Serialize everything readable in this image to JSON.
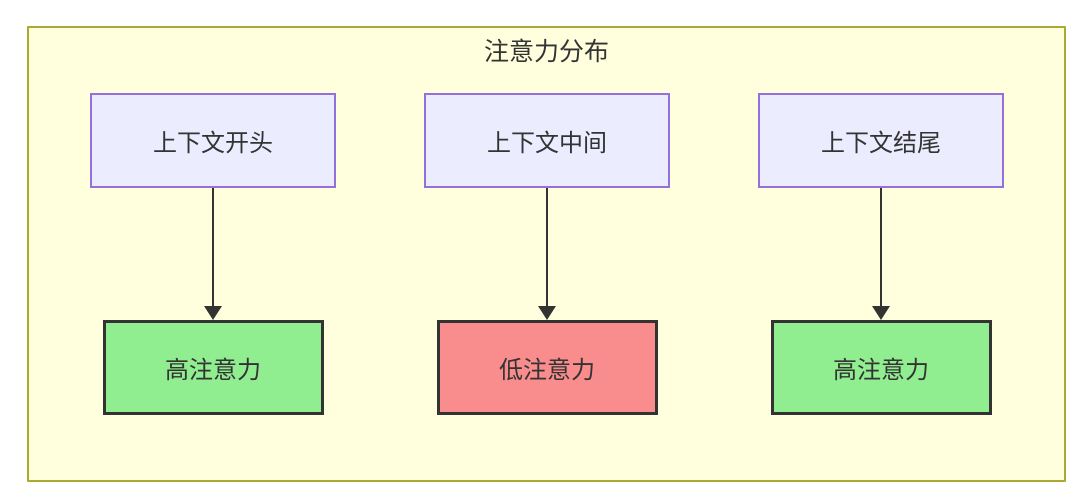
{
  "diagram": {
    "title": "注意力分布",
    "columns": [
      {
        "source": {
          "label": "上下文开头"
        },
        "target": {
          "label": "高注意力",
          "level": "high"
        }
      },
      {
        "source": {
          "label": "上下文中间"
        },
        "target": {
          "label": "低注意力",
          "level": "low"
        }
      },
      {
        "source": {
          "label": "上下文结尾"
        },
        "target": {
          "label": "高注意力",
          "level": "high"
        }
      }
    ],
    "colors": {
      "frame_fill": "#FFFFDE",
      "frame_border": "#AAAA33",
      "source_fill": "#ECECFF",
      "source_border": "#9370DB",
      "high_attention_fill": "#90EE90",
      "low_attention_fill": "#F98C8C",
      "node_border": "#333333",
      "arrow": "#333333",
      "text": "#333333"
    }
  }
}
